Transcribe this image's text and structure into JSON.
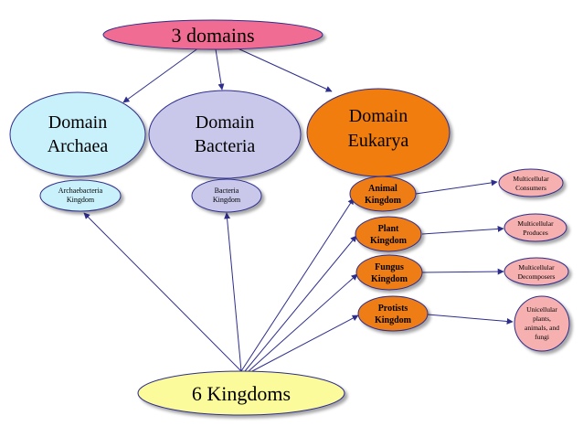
{
  "top": {
    "label": "3 domains"
  },
  "domains": {
    "archaea": {
      "line1": "Domain",
      "line2": "Archaea"
    },
    "bacteria": {
      "line1": "Domain",
      "line2": "Bacteria"
    },
    "eukarya": {
      "line1": "Domain",
      "line2": "Eukarya"
    }
  },
  "kingdoms_small": {
    "archaebacteria": {
      "line1": "Archaebacteria",
      "line2": "Kingdom"
    },
    "bacteria": {
      "line1": "Bacteria",
      "line2": "Kingdom"
    }
  },
  "eukarya_kingdoms": [
    {
      "line1": "Animal",
      "line2": "Kingdom"
    },
    {
      "line1": "Plant",
      "line2": "Kingdom"
    },
    {
      "line1": "Fungus",
      "line2": "Kingdom"
    },
    {
      "line1": "Protists",
      "line2": "Kingdom"
    }
  ],
  "roles": [
    {
      "lines": [
        "Multicellular",
        "Consumers"
      ]
    },
    {
      "lines": [
        "Multicellular",
        "Produces"
      ]
    },
    {
      "lines": [
        "Multicellular",
        "Decomposers"
      ]
    },
    {
      "lines": [
        "Unicellular",
        "plants,",
        "animals, and",
        "fungi"
      ]
    }
  ],
  "bottom": {
    "label": "6 Kingdoms"
  },
  "colors": {
    "top_fill": "#f06c92",
    "archaea_fill": "#c9f1fb",
    "bacteria_fill": "#c9c8ea",
    "eukarya_fill": "#f07d10",
    "kingdom_orange": "#ef7d18",
    "role_fill": "#f6b0b0",
    "bottom_fill": "#fbfb9c",
    "arrow": "#2e2e8c"
  }
}
